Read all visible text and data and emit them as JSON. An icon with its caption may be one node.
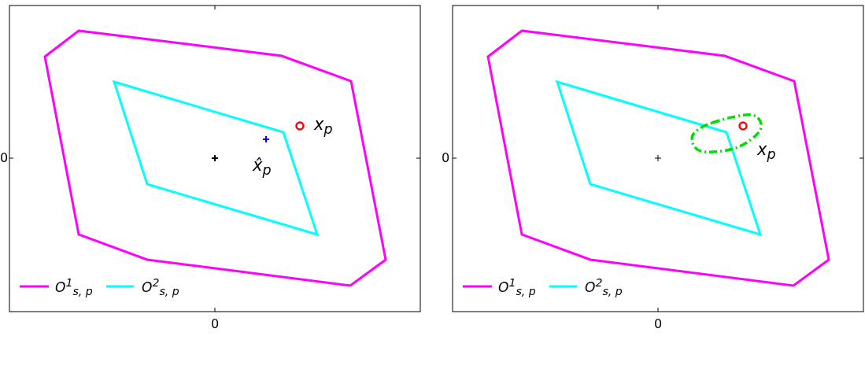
{
  "diagram": {
    "labels": [
      "x$_{p}$",
      "0",
      "x̂$_{p}$",
      "0",
      "0",
      "x$_{p}$",
      "0"
    ],
    "legend": [
      {
        "text": "O$^{1}$$_{s, p}$"
      },
      {
        "text": "O$^{2}$$_{s, p}$"
      },
      {
        "text": "O$^{1}$$_{s, p}$"
      },
      {
        "text": "O$^{2}$$_{s, p}$"
      }
    ]
  }
}
